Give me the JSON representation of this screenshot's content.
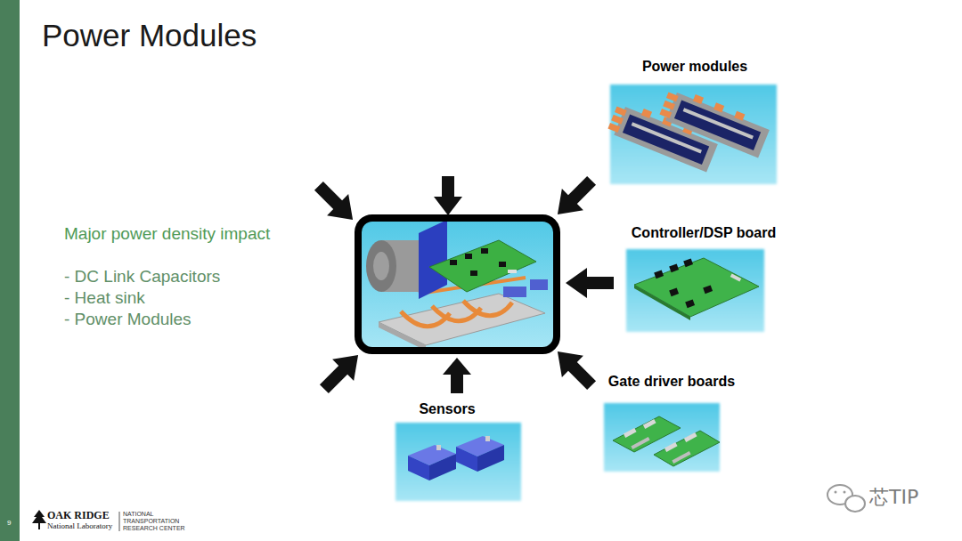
{
  "diagram": {
    "title": "Power Modules",
    "nodes": [
      {
        "text": [
          "Power modules"
        ]
      },
      {
        "text": [
          "Controller/DSP board"
        ]
      },
      {
        "text": [
          "Gate driver boards"
        ]
      },
      {
        "text": [
          "Sensors"
        ]
      }
    ],
    "labels": [
      "Major power density impact",
      "- DC Link Capacitors",
      "- Heat sink",
      "- Power Modules",
      "9",
      "OAK RIDGE",
      "National Laboratory",
      "NATIONAL",
      "TRANSPORTATION",
      "RESEARCH CENTER",
      "芯TIP"
    ]
  }
}
